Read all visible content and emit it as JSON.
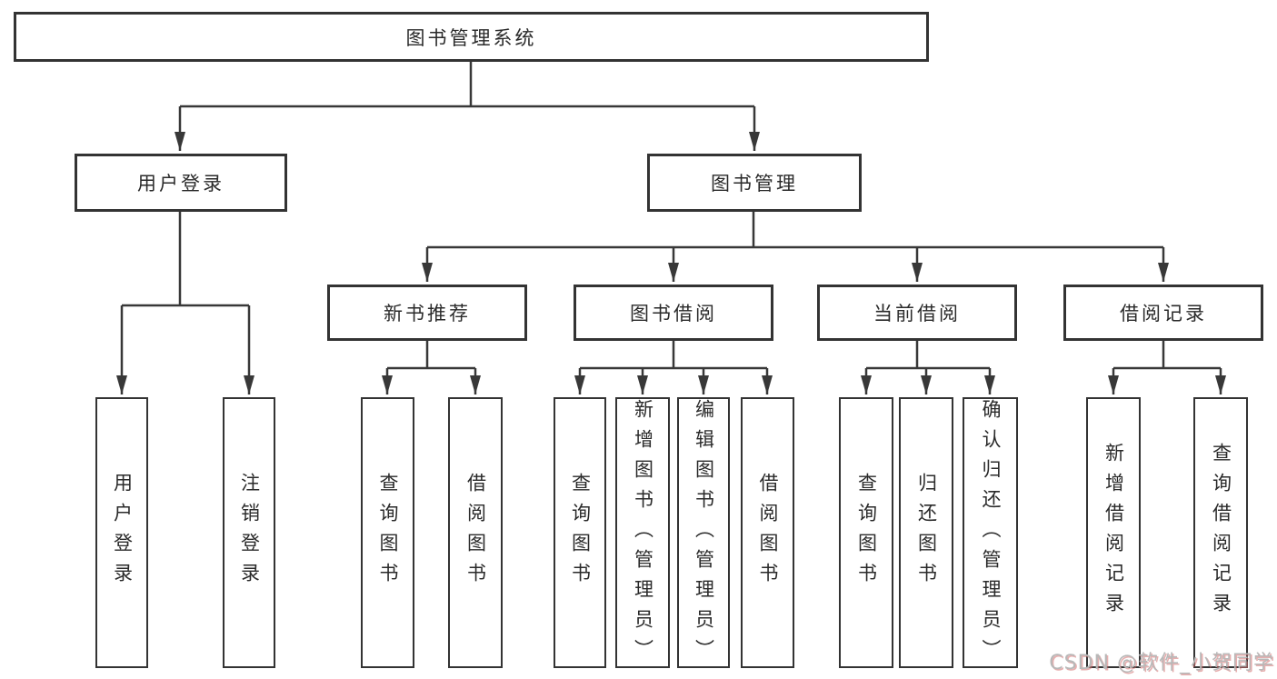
{
  "diagram": {
    "root": {
      "label": "图书管理系统"
    },
    "level2": [
      {
        "id": "user-login",
        "label": "用户登录"
      },
      {
        "id": "book-management",
        "label": "图书管理"
      }
    ],
    "level3": [
      {
        "id": "new-book-recommend",
        "parent": "book-management",
        "label": "新书推荐"
      },
      {
        "id": "book-borrow",
        "parent": "book-management",
        "label": "图书借阅"
      },
      {
        "id": "current-borrow",
        "parent": "book-management",
        "label": "当前借阅"
      },
      {
        "id": "borrow-records",
        "parent": "book-management",
        "label": "借阅记录"
      }
    ],
    "leaves": [
      {
        "parent": "user-login",
        "label": "用户登录"
      },
      {
        "parent": "user-login",
        "label": "注销登录"
      },
      {
        "parent": "new-book-recommend",
        "label": "查询图书"
      },
      {
        "parent": "new-book-recommend",
        "label": "借阅图书"
      },
      {
        "parent": "book-borrow",
        "label": "查询图书"
      },
      {
        "parent": "book-borrow",
        "label": "新增图书（管理员）"
      },
      {
        "parent": "book-borrow",
        "label": "编辑图书（管理员）"
      },
      {
        "parent": "book-borrow",
        "label": "借阅图书"
      },
      {
        "parent": "current-borrow",
        "label": "查询图书"
      },
      {
        "parent": "current-borrow",
        "label": "归还图书"
      },
      {
        "parent": "current-borrow",
        "label": "确认归还（管理员）"
      },
      {
        "parent": "borrow-records",
        "label": "新增借阅记录"
      },
      {
        "parent": "borrow-records",
        "label": "查询借阅记录"
      }
    ]
  },
  "watermark": {
    "text": "CSDN @软件_小贺同学"
  },
  "colors": {
    "line": "#383838",
    "border": "#333333",
    "text": "#2a2a2a",
    "background": "#ffffff",
    "watermark": "#b8b8b8"
  }
}
